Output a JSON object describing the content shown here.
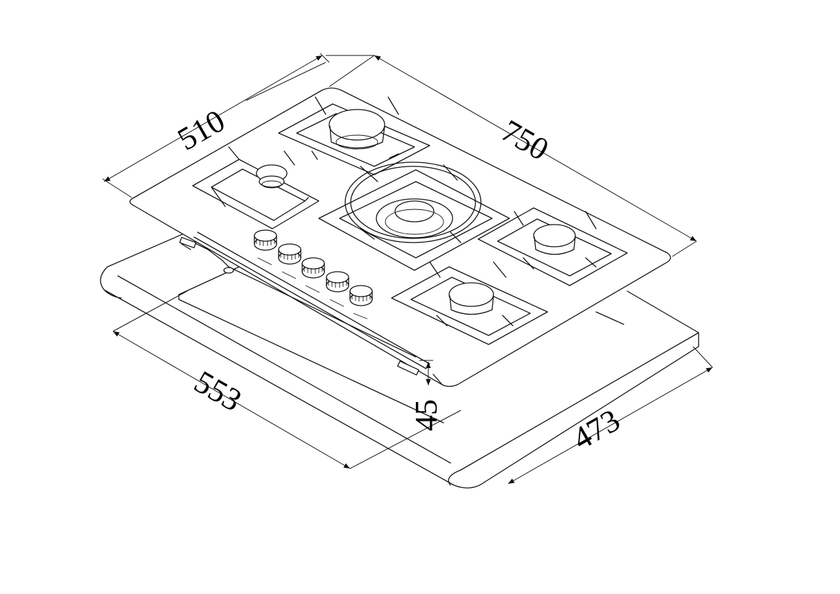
{
  "dimensions": {
    "width": "510",
    "depth": "750",
    "cutout_depth": "553",
    "cutout_width": "473",
    "height": "45"
  },
  "colors": {
    "line": "#111111",
    "background": "#ffffff"
  }
}
